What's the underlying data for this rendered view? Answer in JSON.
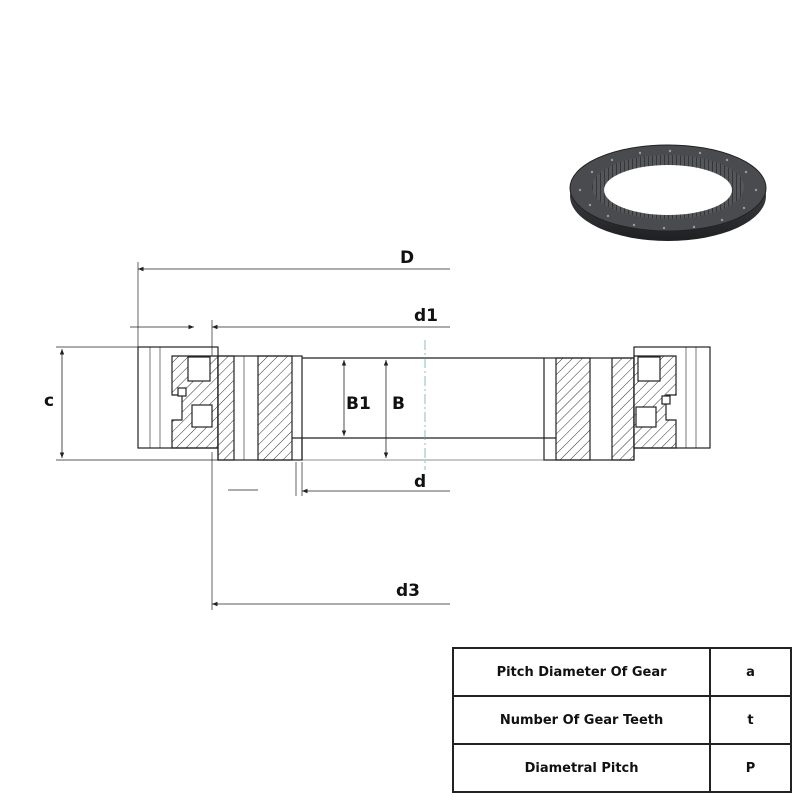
{
  "dimensions": {
    "D": "D",
    "d1": "d1",
    "B1": "B1",
    "B": "B",
    "c": "c",
    "d": "d",
    "d3": "d3"
  },
  "spec_table": {
    "rows": [
      {
        "label": "Pitch Diameter Of Gear",
        "symbol": "a"
      },
      {
        "label": "Number Of Gear Teeth",
        "symbol": "t"
      },
      {
        "label": "Diametral Pitch",
        "symbol": "P"
      }
    ]
  },
  "colors": {
    "line": "#222222",
    "hatch": "#333333",
    "ring": "#3c3d40",
    "centerline": "#5aa69a"
  }
}
